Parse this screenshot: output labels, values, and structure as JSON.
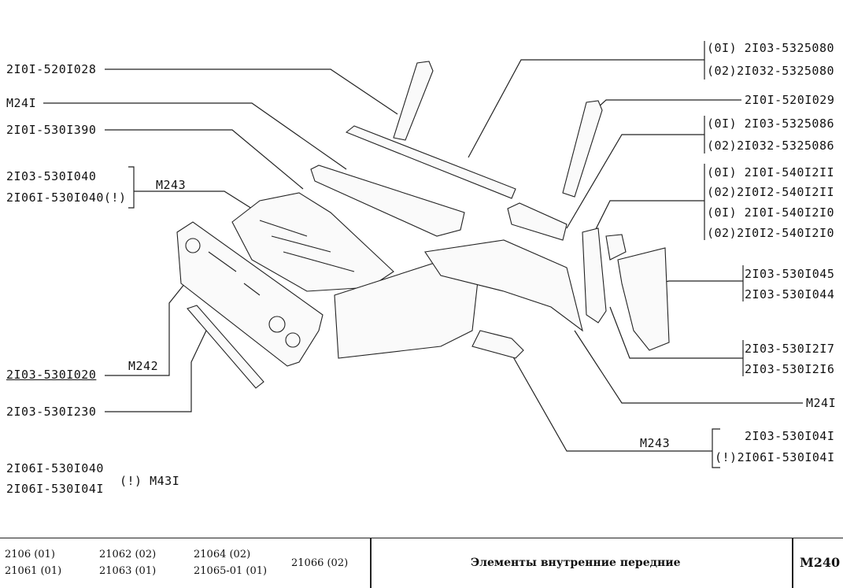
{
  "labels_left": [
    "2I0I-520I028",
    "M24I",
    "2I0I-530I390",
    "2I03-530I040",
    "2I06I-530I040(!)",
    "M243",
    "2I03-530I020",
    "M242",
    "2I03-530I230",
    "2I06I-530I040",
    "2I06I-530I04I",
    "(!) M43I"
  ],
  "labels_right": [
    "(0I) 2I03-5325080",
    "(02)2I032-5325080",
    "2I0I-520I029",
    "(0I) 2I03-5325086",
    "(02)2I032-5325086",
    "(0I) 2I0I-540I2II",
    "(02)2I0I2-540I2II",
    "(0I) 2I0I-540I2I0",
    "(02)2I0I2-540I2I0",
    "2I03-530I045",
    "2I03-530I044",
    "2I03-530I2I7",
    "2I03-530I2I6",
    "M24I",
    "M243",
    "2I03-530I04I",
    "(!)2I06I-530I04I"
  ],
  "footer": {
    "models": [
      "2106 (01)",
      "21061 (01)",
      "21062 (02)",
      "21063 (01)",
      "21064 (02)",
      "21065-01 (01)",
      "21066 (02)"
    ],
    "title": "Элементы внутренние передние",
    "code": "M240"
  }
}
